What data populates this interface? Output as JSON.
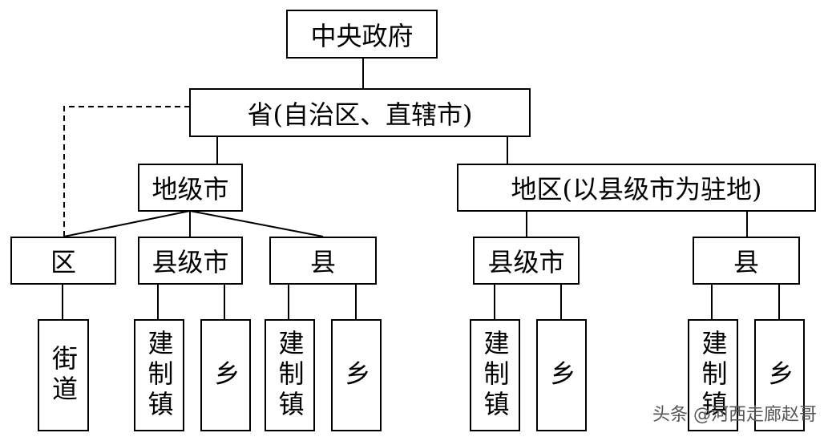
{
  "root": "中央政府",
  "province": "省(自治区、直辖市)",
  "prefecture_city": "地级市",
  "prefecture_region": "地区(以县级市为驻地)",
  "pc_children": {
    "district": "区",
    "county_city": "县级市",
    "county": "县"
  },
  "pr_children": {
    "county_city": "县级市",
    "county": "县"
  },
  "leaves": {
    "street": "街道",
    "town": "建制镇",
    "township": "乡"
  },
  "watermark": "头条 @河西走廊赵哥"
}
